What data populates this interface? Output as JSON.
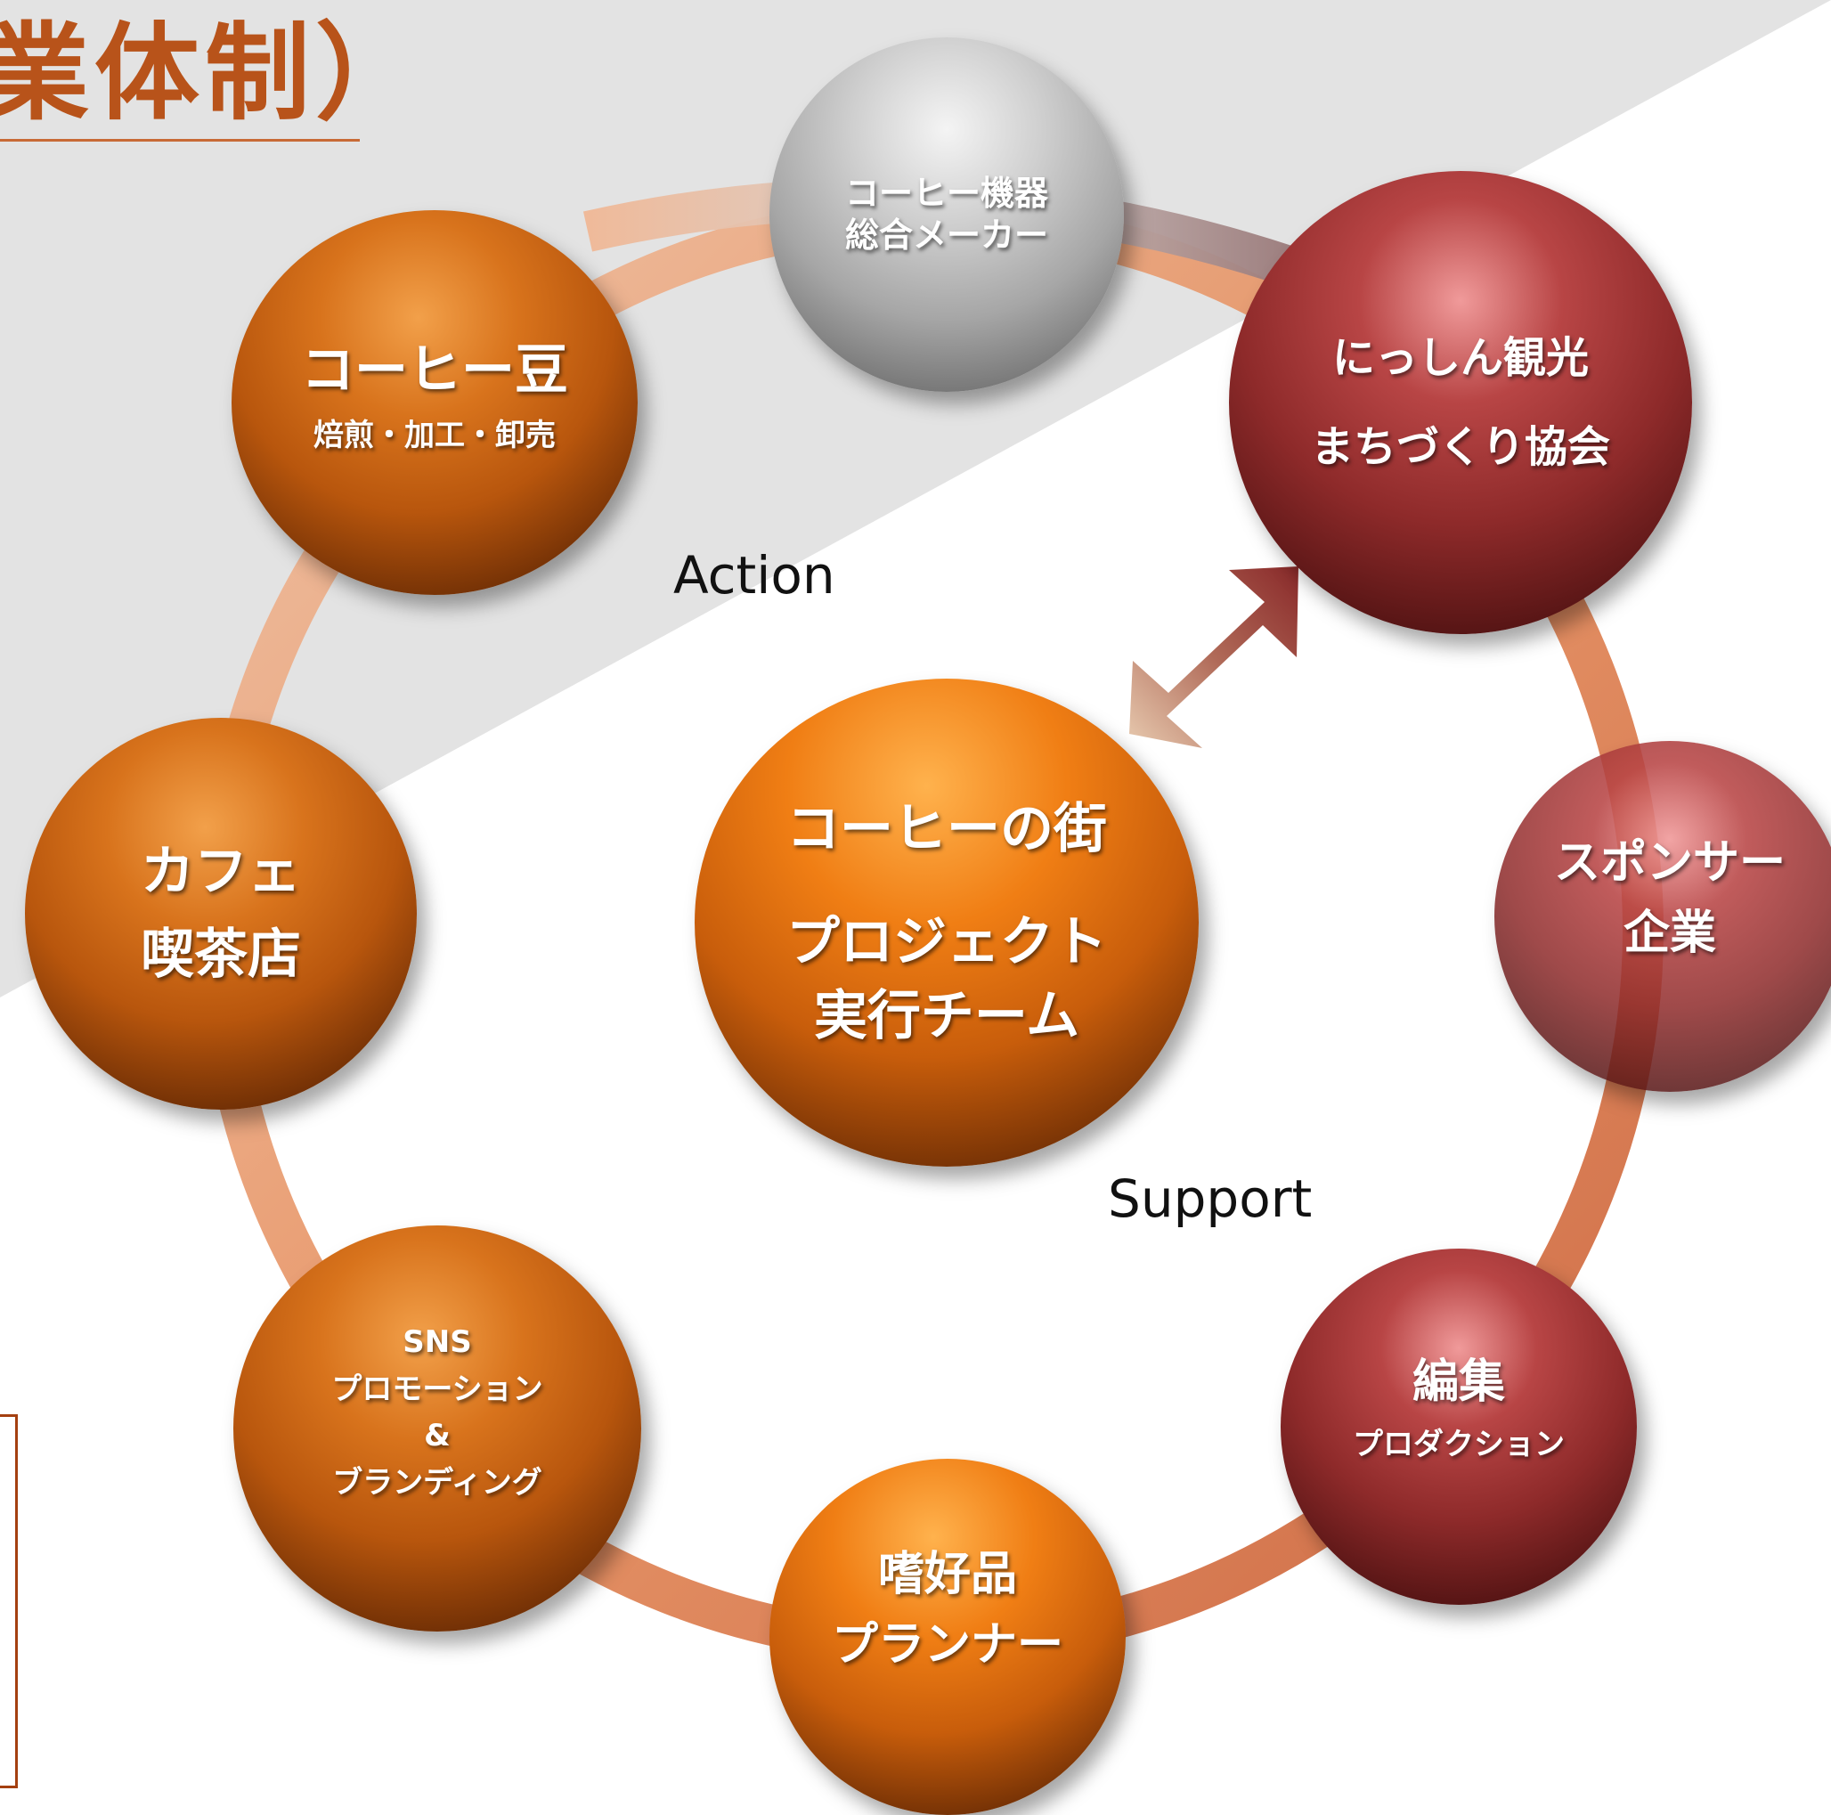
{
  "title": "業体制）",
  "flow_labels": {
    "action": "Action",
    "support": "Support"
  },
  "nodes": {
    "coffee_machine": {
      "lines": [
        "コーヒー機器",
        "総合メーカー"
      ]
    },
    "coffee_beans": {
      "title": "コーヒー豆",
      "subtitle": "焙煎・加工・卸売"
    },
    "nisshin": {
      "lines": [
        "にっしん観光",
        "まちづくり協会"
      ]
    },
    "cafe": {
      "lines": [
        "カフェ",
        "喫茶店"
      ]
    },
    "center": {
      "lines": [
        "コーヒーの街",
        "プロジェクト",
        "実行チーム"
      ]
    },
    "sponsor": {
      "lines": [
        "スポンサー",
        "企業"
      ]
    },
    "sns": {
      "lines": [
        "SNS",
        "プロモーション",
        "&",
        "ブランディング"
      ]
    },
    "editing": {
      "title": "編集",
      "subtitle": "プロダクション"
    },
    "planner": {
      "lines": [
        "嗜好品",
        "プランナー"
      ]
    }
  },
  "colors": {
    "title": "#b8531a",
    "orange": "#d8731c",
    "red": "#8e2a2a",
    "grey": "#a6a6a6",
    "ring": "#e8a078"
  }
}
